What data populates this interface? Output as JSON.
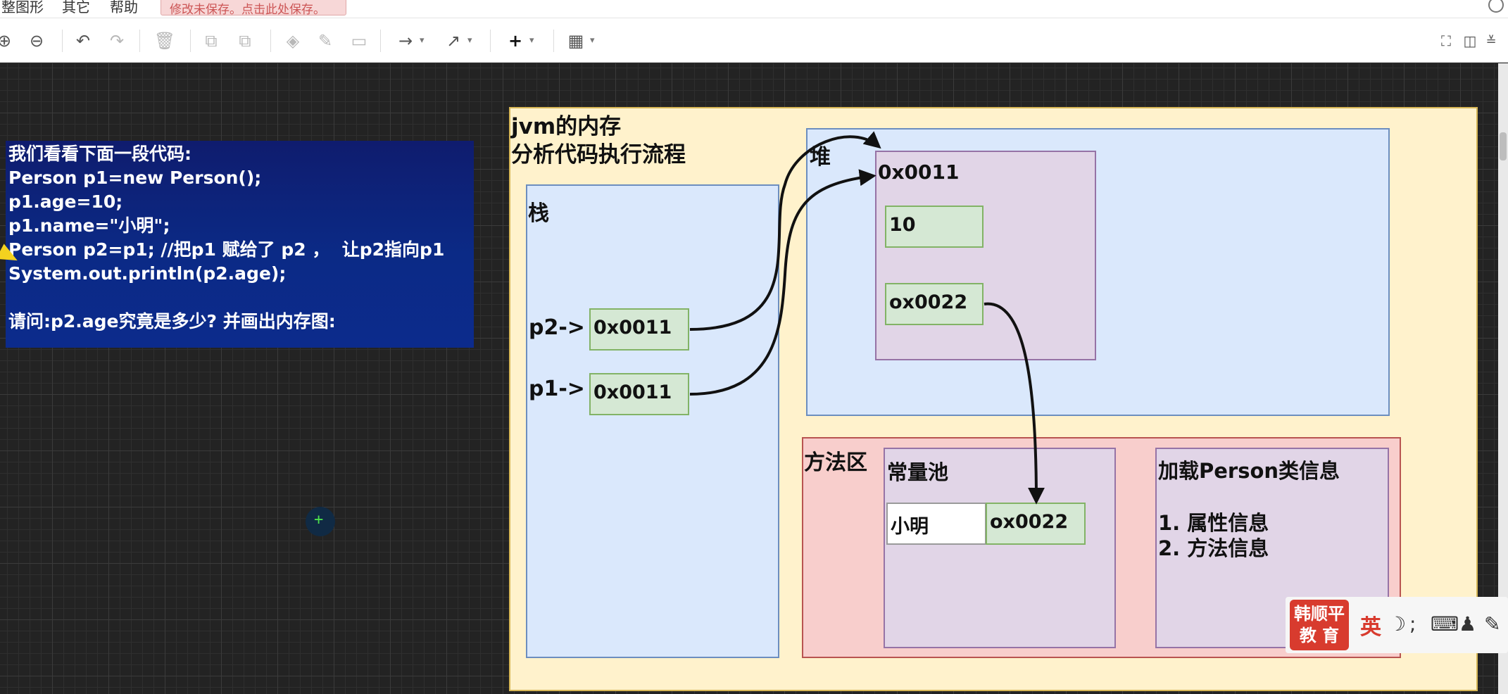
{
  "menu": {
    "items": [
      "整图形",
      "其它",
      "帮助"
    ],
    "unsaved_notice": "修改未保存。点击此处保存。"
  },
  "code_box": {
    "lines": [
      "我们看看下面一段代码:",
      "Person p1=new Person();",
      "p1.age=10;",
      "p1.name=\"小明\";",
      "Person p2=p1; //把p1 赋给了 p2 ，  让p2指向p1",
      "System.out.println(p2.age);",
      "",
      "请问:p2.age究竟是多少? 并画出内存图:"
    ]
  },
  "diagram": {
    "title_line1": "jvm的内存",
    "title_line2": "分析代码执行流程",
    "stack": {
      "label": "栈",
      "p2_label": "p2->",
      "p2_value": "0x0011",
      "p1_label": "p1->",
      "p1_value": "0x0011"
    },
    "heap": {
      "label": "堆",
      "object_address": "0x0011",
      "age_value": "10",
      "name_ref": "ox0022"
    },
    "method_area": {
      "label": "方法区",
      "constant_pool": {
        "label": "常量池",
        "string_value": "小明",
        "string_address": "ox0022"
      },
      "class_info": {
        "title": "加载Person类信息",
        "item1": "1. 属性信息",
        "item2": "2. 方法信息"
      }
    }
  },
  "watermark": {
    "logo_line1": "韩顺平",
    "logo_line2": "教 育",
    "ime_lang": "英"
  },
  "colors": {
    "code_box_bg": "#0b2a86",
    "jvm_box_bg": "#fff2cc",
    "stack_heap_bg": "#dae8fc",
    "method_area_bg": "#f8cecc",
    "purple_box_bg": "#e1d5e7",
    "cell_green_bg": "#d5e8d4",
    "logo_red": "#d83b2e"
  },
  "icons": [
    "zoom-in-icon",
    "zoom-out-icon",
    "undo-icon",
    "redo-icon",
    "delete-icon",
    "to-front-icon",
    "to-back-icon",
    "fill-color-icon",
    "line-color-icon",
    "shadow-icon",
    "connection-icon",
    "waypoints-icon",
    "insert-icon",
    "table-icon",
    "fit-icon",
    "panel-icon",
    "collapse-icon",
    "globe-icon"
  ]
}
